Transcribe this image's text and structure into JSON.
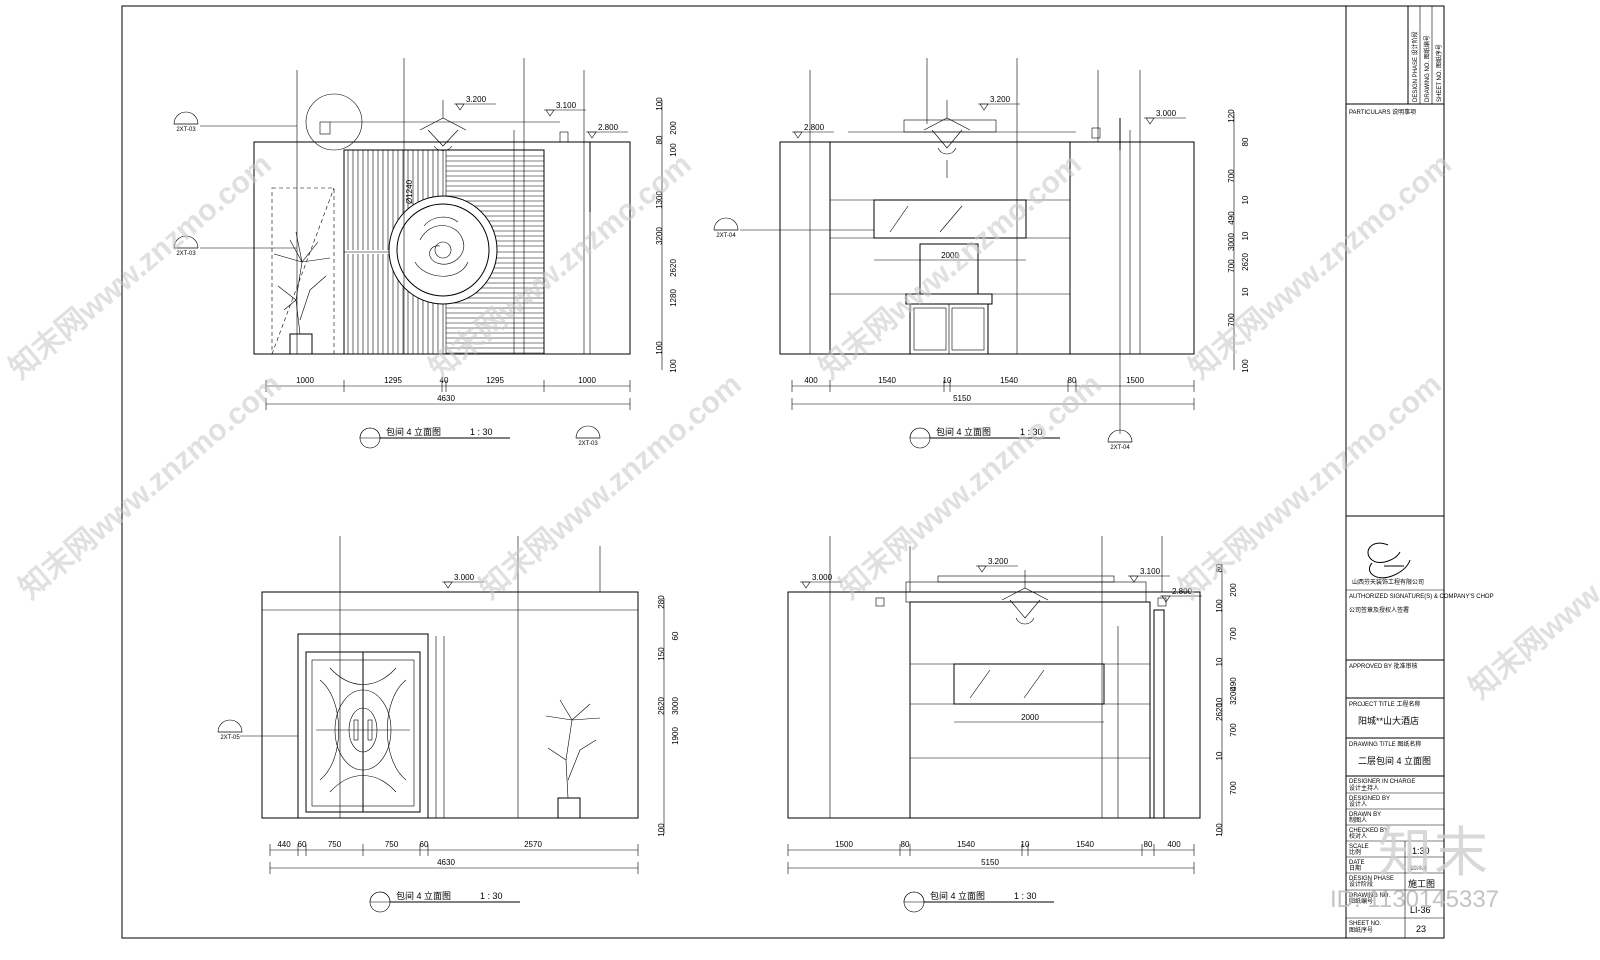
{
  "elevations": [
    {
      "id": "top-left",
      "title": "包间 4 立面图",
      "scale": "1 : 30",
      "level_marks": [
        "3.200",
        "3.100",
        "2.800"
      ],
      "segments": [
        "1000",
        "1295",
        "40",
        "1295",
        "1000"
      ],
      "total": "4630",
      "heights": [
        "100",
        "200",
        "80",
        "100",
        "1300",
        "2620",
        "3200",
        "1280",
        "100",
        "100"
      ],
      "dia": "Ø1240",
      "tags": [
        "2XT-03",
        "2XT-03",
        "2XT-03"
      ]
    },
    {
      "id": "top-right",
      "title": "包间 4 立面图",
      "scale": "1 : 30",
      "level_marks": [
        "3.200",
        "2.800",
        "3.000"
      ],
      "segments": [
        "400",
        "1540",
        "10",
        "1540",
        "80",
        "1500"
      ],
      "total": "5150",
      "heights": [
        "120",
        "80",
        "700",
        "10",
        "490",
        "10",
        "700",
        "10",
        "700",
        "2620",
        "3000",
        "100"
      ],
      "width_mark": "2000",
      "tags": [
        "2XT-04",
        "2XT-04"
      ]
    },
    {
      "id": "bottom-left",
      "title": "包间 4 立面图",
      "scale": "1 : 30",
      "level_marks": [
        "3.000"
      ],
      "segments": [
        "440",
        "60",
        "750",
        "750",
        "60",
        "2570"
      ],
      "total": "4630",
      "heights": [
        "280",
        "60",
        "150",
        "1900",
        "2620",
        "3000",
        "100"
      ],
      "tags": [
        "2XT-05"
      ]
    },
    {
      "id": "bottom-right",
      "title": "包间 4 立面图",
      "scale": "1 : 30",
      "level_marks": [
        "3.000",
        "3.200",
        "3.100",
        "2.800"
      ],
      "segments": [
        "1500",
        "80",
        "1540",
        "10",
        "1540",
        "80",
        "400"
      ],
      "total": "5150",
      "heights": [
        "80",
        "200",
        "100",
        "700",
        "10",
        "490",
        "10",
        "700",
        "10",
        "700",
        "2620",
        "3200",
        "100"
      ],
      "width_mark": "2000"
    }
  ],
  "title_block": {
    "side_labels": [
      "DESIGN PHASE 设计阶段",
      "DRAWING NO. 图纸编号",
      "SHEET NO. 图纸序号"
    ],
    "particulars": "PARTICULARS 说明事项",
    "company": "山西芬天装饰工程有限公司",
    "authorized": "AUTHORIZED SIGNATURE(S) & COMPANY'S CHOP",
    "authorized_cn": "公司签章及授权人签署",
    "approved": "APPROVED BY 批准审核",
    "project_title_label": "PROJECT TITLE 工程名称",
    "project_title": "阳城**山大酒店",
    "drawing_title_label": "DRAWING TITLE 图纸名称",
    "drawing_title": "二层包间 4 立面图",
    "designer_in_charge": "DESIGNER IN CHARGE",
    "designer_in_charge_cn": "设计主持人",
    "designed_by": "DESIGNED BY",
    "designed_by_cn": "设计人",
    "drawn_by": "DRAWN BY",
    "drawn_by_cn": "制图人",
    "checked_by": "CHECKED BY",
    "checked_by_cn": "校对人",
    "scale_label": "SCALE",
    "scale_cn": "比例",
    "scale_value": "1:30",
    "date_label": "DATE",
    "date_cn": "日期",
    "date_value": "10.4.4",
    "phase_label": "DESIGN PHASE",
    "phase_cn": "设计阶段",
    "phase_value": "施工图",
    "drawing_no_label": "DRAWING NO.",
    "drawing_no_cn": "图纸编号",
    "drawing_no_value": "LI-36",
    "sheet_no_label": "SHEET NO.",
    "sheet_no_cn": "图纸序号",
    "sheet_no_value": "23"
  },
  "watermark": {
    "text": "知末网www.znzmo.com",
    "brand": "知末",
    "id_text": "ID: 1130145337"
  }
}
